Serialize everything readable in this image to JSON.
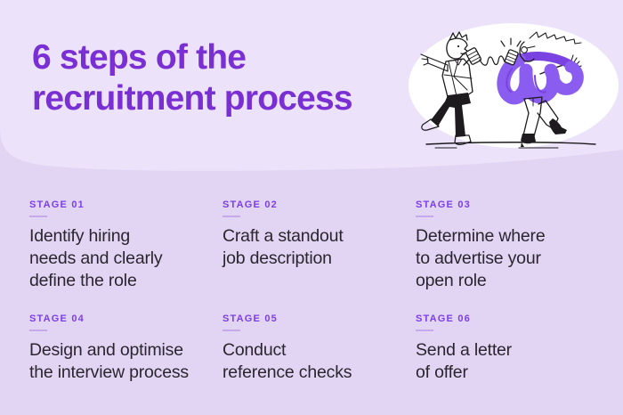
{
  "header": {
    "title": "6 steps of the\nrecruitment process"
  },
  "illustration": {
    "name": "two-people-talking-tin-can-telephone"
  },
  "stages": [
    {
      "label": "STAGE 01",
      "text": "Identify hiring\nneeds and clearly\ndefine the role"
    },
    {
      "label": "STAGE 02",
      "text": "Craft a standout\njob description"
    },
    {
      "label": "STAGE 03",
      "text": "Determine where\nto advertise your\nopen role"
    },
    {
      "label": "STAGE 04",
      "text": "Design and optimise\nthe interview process"
    },
    {
      "label": "STAGE 05",
      "text": "Conduct\nreference checks"
    },
    {
      "label": "STAGE 06",
      "text": "Send a letter\nof offer"
    }
  ],
  "colors": {
    "bg-header": "#ece2f9",
    "bg-body": "#e2d5f4",
    "title": "#7a2fd4",
    "accent": "#7c3ee6",
    "underline": "#c4aaeb",
    "ink": "#2a262e",
    "hair": "#8b5cf0",
    "hair-dark": "#7a42e0",
    "line": "#1d1b1e",
    "ellipse": "#ffffff"
  }
}
